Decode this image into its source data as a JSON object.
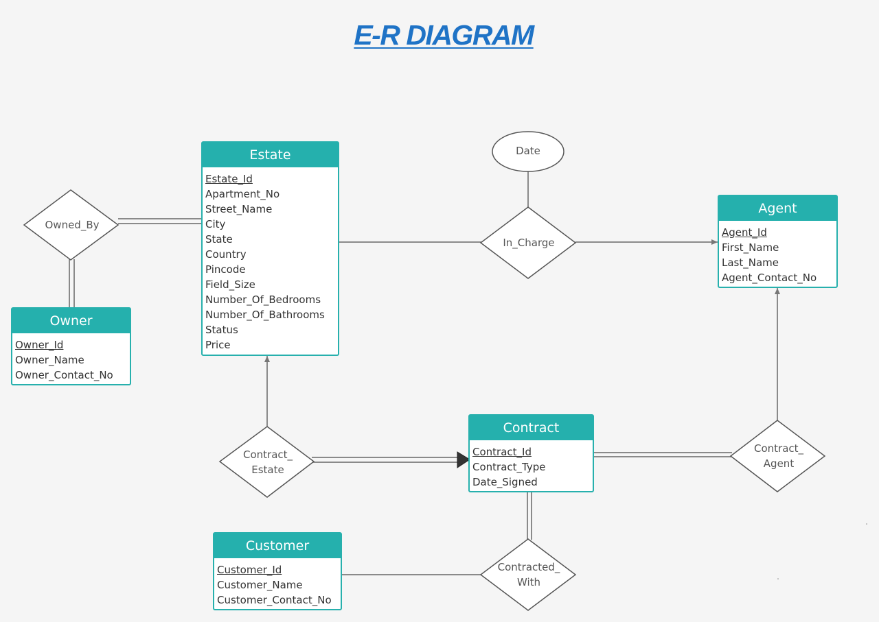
{
  "title": "E-R DIAGRAM",
  "colors": {
    "title": "#1f73c6",
    "entity_header": "#25b0ad",
    "entity_border": "#27b0ad",
    "line": "#555555",
    "background": "#f5f5f5"
  },
  "entities": {
    "estate": {
      "name": "Estate",
      "attributes": [
        {
          "name": "Estate_Id",
          "key": true
        },
        {
          "name": "Apartment_No"
        },
        {
          "name": "Street_Name"
        },
        {
          "name": "City"
        },
        {
          "name": "State"
        },
        {
          "name": "Country"
        },
        {
          "name": "Pincode"
        },
        {
          "name": "Field_Size"
        },
        {
          "name": "Number_Of_Bedrooms"
        },
        {
          "name": "Number_Of_Bathrooms"
        },
        {
          "name": "Status"
        },
        {
          "name": "Price"
        }
      ]
    },
    "agent": {
      "name": "Agent",
      "attributes": [
        {
          "name": "Agent_Id",
          "key": true
        },
        {
          "name": "First_Name"
        },
        {
          "name": "Last_Name"
        },
        {
          "name": "Agent_Contact_No"
        }
      ]
    },
    "owner": {
      "name": "Owner",
      "attributes": [
        {
          "name": "Owner_Id",
          "key": true
        },
        {
          "name": "Owner_Name"
        },
        {
          "name": "Owner_Contact_No"
        }
      ]
    },
    "contract": {
      "name": "Contract",
      "attributes": [
        {
          "name": "Contract_Id",
          "key": true
        },
        {
          "name": "Contract_Type"
        },
        {
          "name": "Date_Signed"
        }
      ]
    },
    "customer": {
      "name": "Customer",
      "attributes": [
        {
          "name": "Customer_Id",
          "key": true
        },
        {
          "name": "Customer_Name"
        },
        {
          "name": "Customer_Contact_No"
        }
      ]
    }
  },
  "relationships": {
    "owned_by": "Owned_By",
    "in_charge": "In_Charge",
    "contract_estate": "Contract_\nEstate",
    "contract_agent": "Contract_\nAgent",
    "contracted_with": "Contracted_\nWith"
  },
  "relationship_attributes": {
    "date": "Date"
  }
}
